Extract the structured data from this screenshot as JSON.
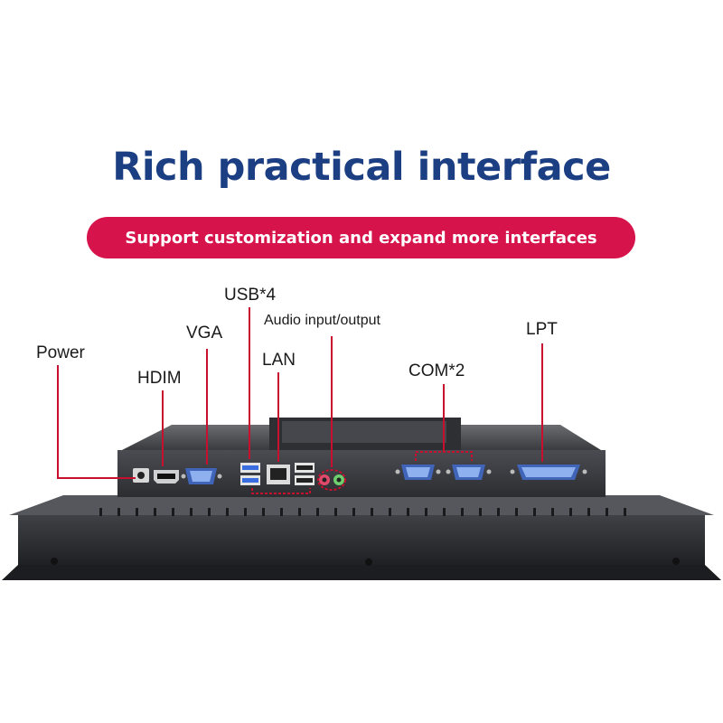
{
  "header": {
    "title": "Rich practical interface",
    "subtitle": "Support customization and expand more interfaces"
  },
  "ports": {
    "power": "Power",
    "hdim": "HDIM",
    "vga": "VGA",
    "usb": "USB*4",
    "lan": "LAN",
    "audio": "Audio input/output",
    "com": "COM*2",
    "lpt": "LPT"
  },
  "colors": {
    "title": "#1b3f82",
    "pill": "#d6134a",
    "callout": "#c8102e",
    "device_dark": "#2a2b2e",
    "device_face": "#3b3d42"
  }
}
